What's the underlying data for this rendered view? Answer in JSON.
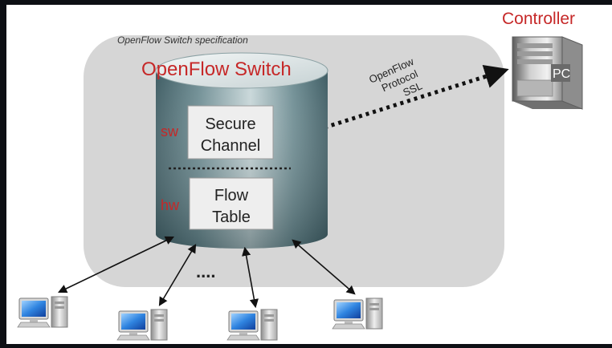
{
  "diagram": {
    "spec_label": "OpenFlow Switch specification",
    "switch_title": "OpenFlow Switch",
    "controller_label": "Controller",
    "pc_label": "PC",
    "protocol_lines": [
      "OpenFlow",
      "Protocol",
      "SSL"
    ],
    "sw_label": "sw",
    "hw_label": "hw",
    "secure_channel_lines": [
      "Secure",
      "Channel"
    ],
    "flow_table_lines": [
      "Flow",
      "Table"
    ],
    "ellipsis": "....",
    "colors": {
      "background": "#0d0f14",
      "canvas": "#ffffff",
      "spec_region": "#d6d6d6",
      "title_red": "#c62828",
      "cylinder": "#4f6f76",
      "box_fill": "#eeeeee"
    },
    "icons": {
      "server": "server-tower-icon",
      "host": "desktop-computer-icon"
    }
  }
}
